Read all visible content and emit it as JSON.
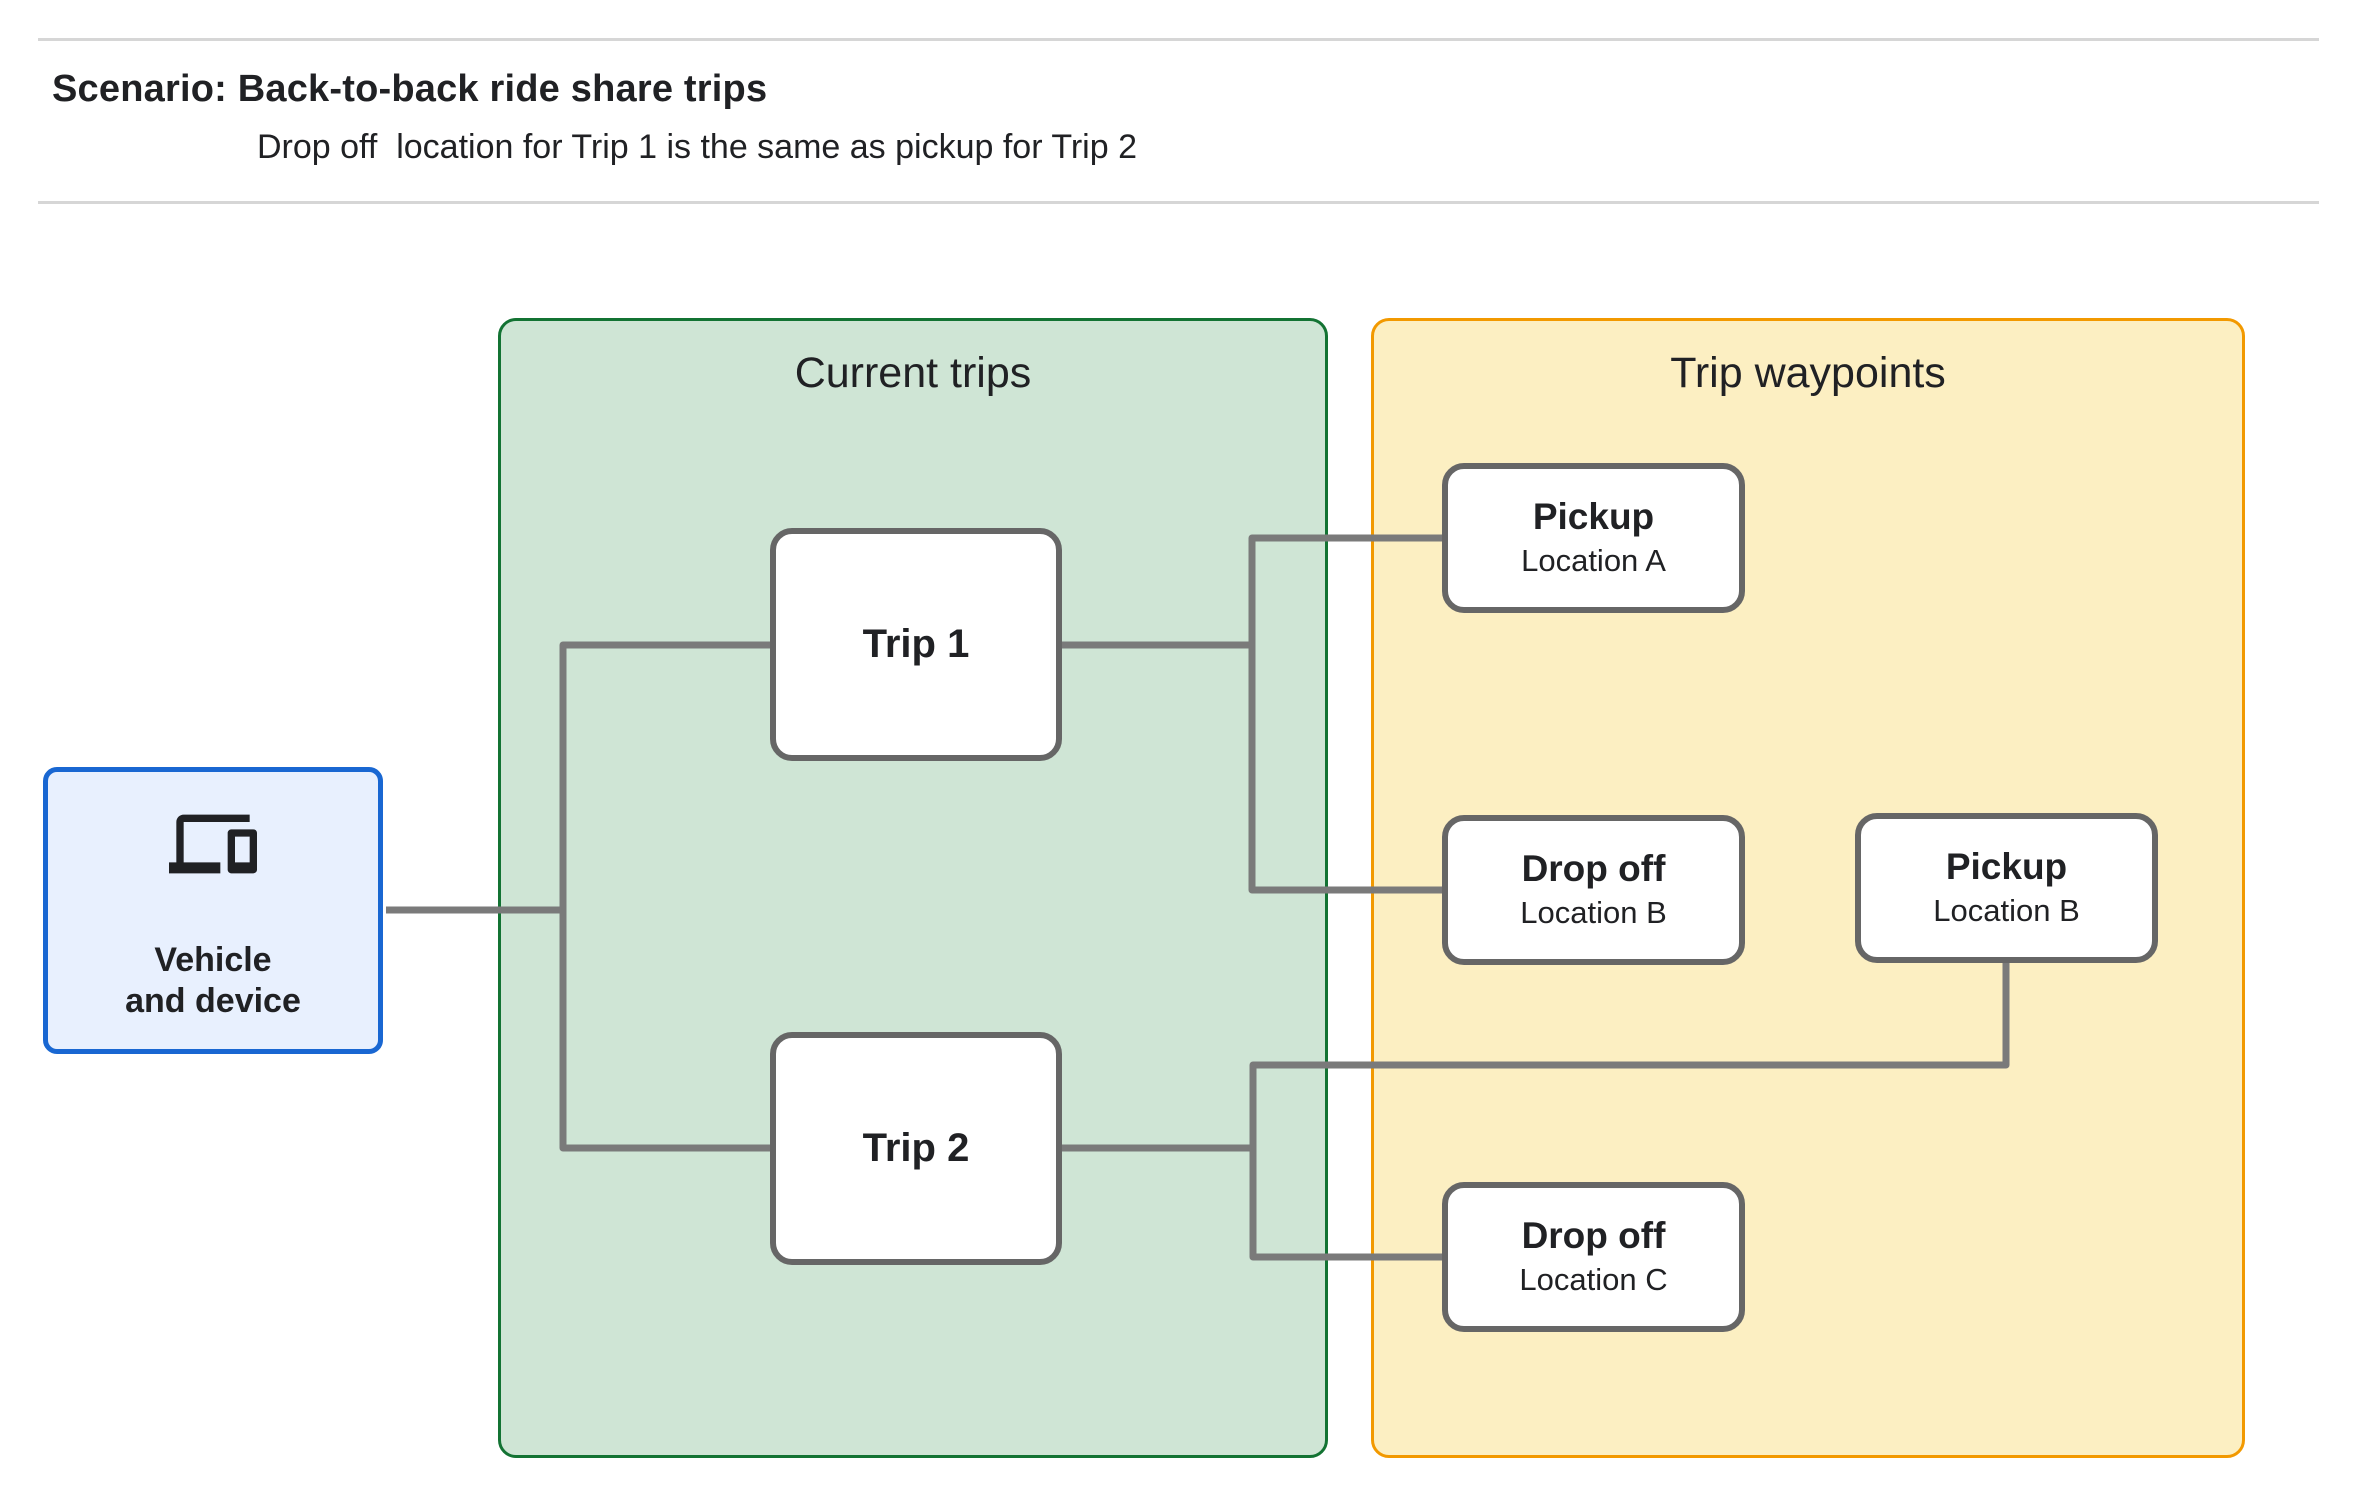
{
  "header": {
    "title": "Scenario: Back-to-back ride share trips",
    "subtitle": "Drop off  location for Trip 1 is the same as pickup for Trip 2"
  },
  "groups": {
    "current_trips": {
      "label": "Current trips"
    },
    "trip_waypoints": {
      "label": "Trip waypoints"
    }
  },
  "nodes": {
    "vehicle": {
      "line1": "Vehicle",
      "line2": "and device",
      "icon": "devices-icon"
    },
    "trip1": {
      "label": "Trip 1"
    },
    "trip2": {
      "label": "Trip 2"
    },
    "pickup_a": {
      "title": "Pickup",
      "location": "Location A"
    },
    "dropoff_b": {
      "title": "Drop off",
      "location": "Location B"
    },
    "pickup_b": {
      "title": "Pickup",
      "location": "Location B"
    },
    "dropoff_c": {
      "title": "Drop off",
      "location": "Location C"
    }
  },
  "colors": {
    "group-green-fill": "#CFE5D5",
    "group-green-border": "#137333",
    "group-orange-fill": "#FCEFC2",
    "group-orange-border": "#F29900",
    "vehicle-fill": "#E8F0FE",
    "vehicle-border": "#1967D2",
    "node-border": "#666666",
    "connector": "#7A7A7A",
    "text": "#202124",
    "rule": "#D6D6D6"
  }
}
